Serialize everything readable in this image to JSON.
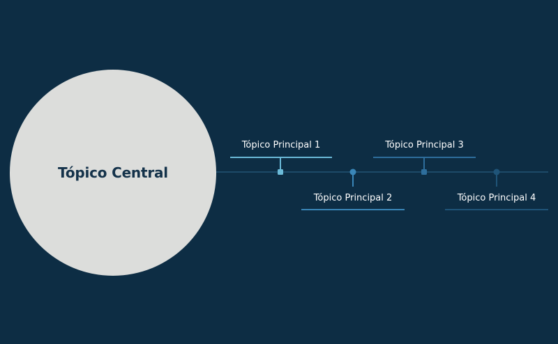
{
  "central_topic": {
    "label": "Tópico Central",
    "fill_color": "#dcdddb",
    "text_color": "#14324a"
  },
  "background_color": "#0d2d44",
  "timeline_color": "#1d4a68",
  "main_topics": [
    {
      "label": "Tópico Principal 1",
      "position": "above",
      "color": "#6bbad8",
      "marker": "square"
    },
    {
      "label": "Tópico Principal 2",
      "position": "below",
      "color": "#3a86b8",
      "marker": "circle"
    },
    {
      "label": "Tópico Principal 3",
      "position": "above",
      "color": "#2e6e9c",
      "marker": "square"
    },
    {
      "label": "Tópico Principal 4",
      "position": "below",
      "color": "#1f5478",
      "marker": "circle"
    }
  ]
}
